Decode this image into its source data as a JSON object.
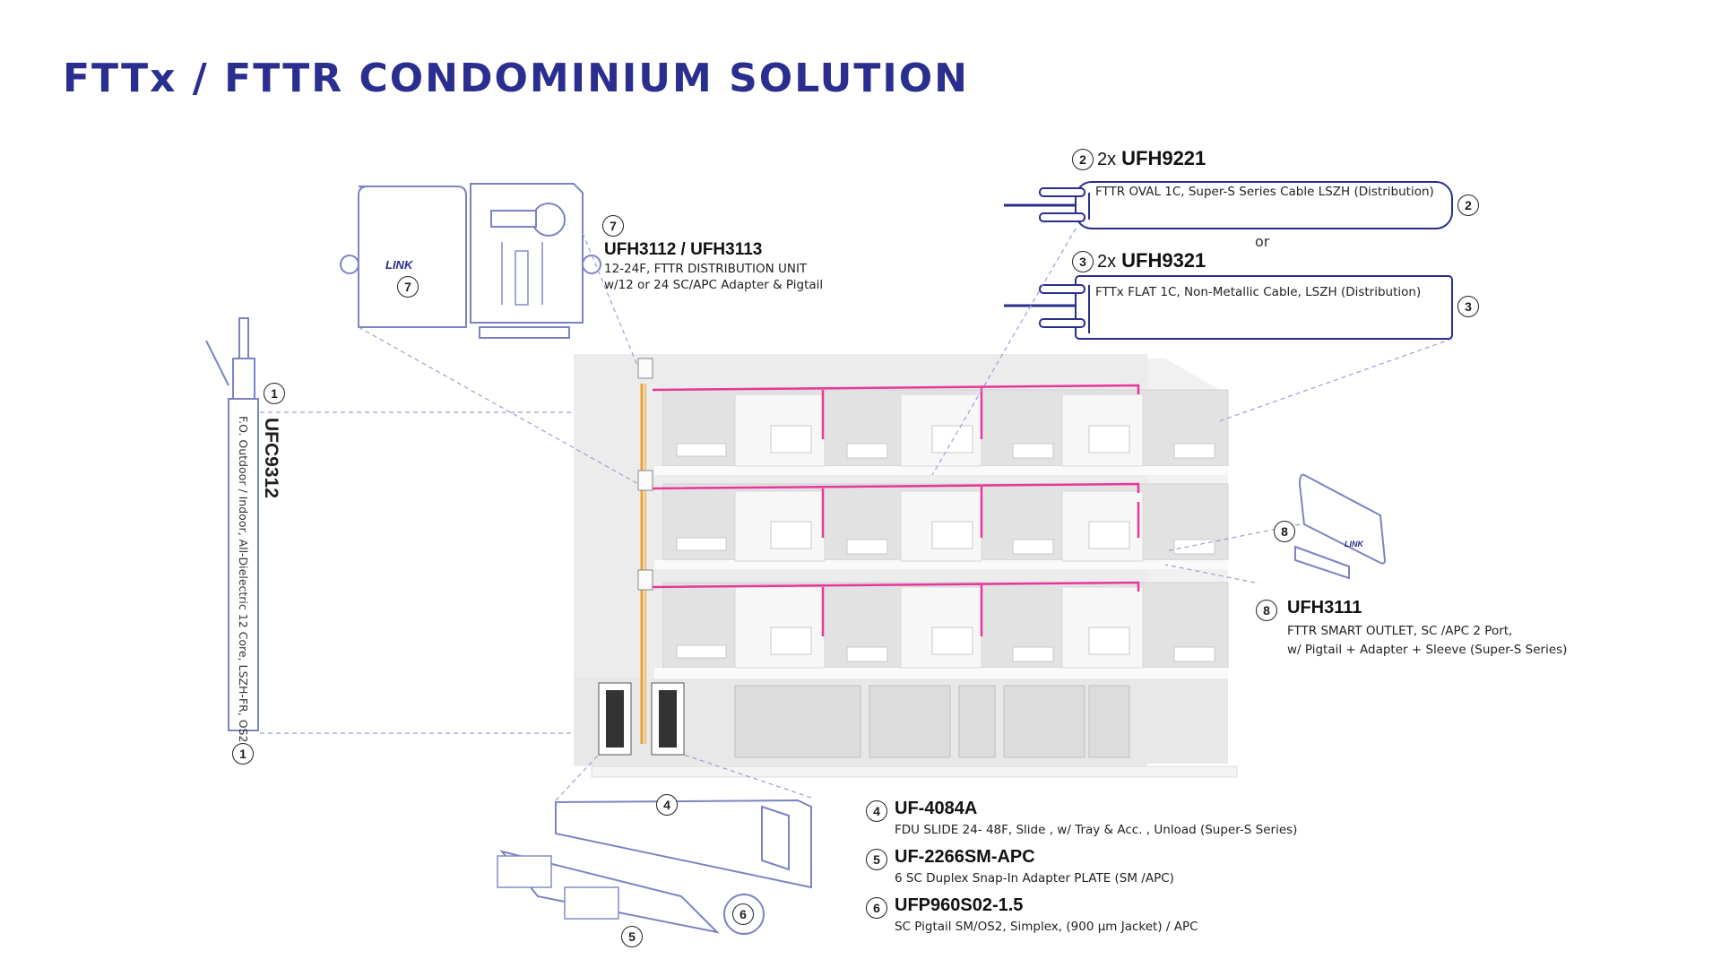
{
  "title": "FTTx / FTTR  CONDOMINIUM  SOLUTION",
  "colors": {
    "title": "#2a2f8f",
    "cable_pink": "#e8369a",
    "cable_orange": "#f0a030",
    "line": "#2a2f8f",
    "outline": "#7c83c4"
  },
  "items": {
    "ufc9312": {
      "num": "1",
      "code": "UFC9312",
      "desc": "F.O. Outdoor / Indoor, All-Dielectric 12 Core, LSZH-FR, OS2"
    },
    "ufh9221": {
      "num": "2",
      "prefix": "2x",
      "code": "UFH9221",
      "cable_label": "FTTR OVAL 1C, Super-S Series Cable LSZH (Distribution)"
    },
    "ufh9321": {
      "num": "3",
      "prefix": "2x",
      "code": "UFH9321",
      "cable_label": "FTTx FLAT 1C, Non-Metallic Cable, LSZH (Distribution)"
    },
    "or_text": "or",
    "uf4084a": {
      "num": "4",
      "code": "UF-4084A",
      "desc": "FDU SLIDE 24- 48F, Slide , w/ Tray & Acc. , Unload (Super-S Series)"
    },
    "uf2266": {
      "num": "5",
      "code": "UF-2266SM-APC",
      "desc": "6 SC Duplex Snap-In Adapter PLATE (SM /APC)"
    },
    "ufp960": {
      "num": "6",
      "code": "UFP960S02-1.5",
      "desc": "SC Pigtail SM/OS2, Simplex, (900 µm Jacket) / APC"
    },
    "ufh3112": {
      "num": "7",
      "code": "UFH3112 / UFH3113",
      "desc1": "12-24F, FTTR DISTRIBUTION UNIT",
      "desc2": "w/12 or 24 SC/APC Adapter & Pigtail"
    },
    "ufh3111": {
      "num": "8",
      "code": "UFH3111",
      "desc1": "FTTR SMART OUTLET, SC /APC 2 Port,",
      "desc2": "w/ Pigtail + Adapter + Sleeve (Super-S Series)"
    }
  },
  "logo_text": "LINK",
  "icons": [
    "building-illustration",
    "distribution-box-icon",
    "rack-fdu-icon",
    "smart-outlet-icon",
    "cable-icon"
  ]
}
